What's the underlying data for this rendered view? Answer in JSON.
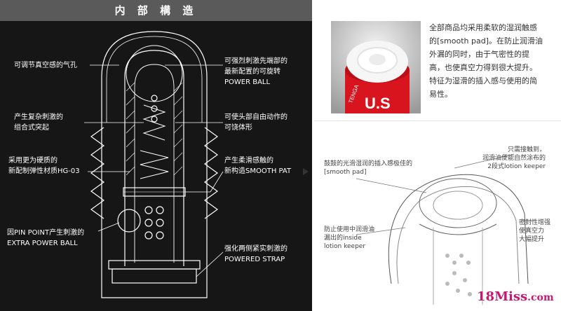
{
  "left": {
    "title": "内 部 構 造",
    "labels": {
      "air_hole": [
        "可调节真空感的气孔"
      ],
      "power_ball": [
        "可强烈刺激先端部的",
        "最新配置的可旋转",
        "POWER BALL"
      ],
      "bumps": [
        "产生复杂刺激的",
        "组合式突起"
      ],
      "head_free": [
        "可使头部自由动作的",
        "可饶体形"
      ],
      "elastic": [
        "采用更为硬质的",
        "新配制弹性材质HG-03"
      ],
      "smooth_pat": [
        "产生柔滑感触的",
        "新构造SMOOTH PAT"
      ],
      "extra_ball": [
        "因PIN POINT产生刺激的",
        "EXTRA POWER BALL"
      ],
      "strap": [
        "强化两侧紧实刺激的",
        "POWERED STRAP"
      ]
    }
  },
  "right": {
    "desc": [
      "全部商品均采用柔软的湿润触感",
      "的[smooth pad]。在防止润滑油",
      "外漏的同时，由于气密性的提",
      "高，也使真空力得到很大提升。",
      "特征为湿滑的插入感与使用的简",
      "易性。"
    ],
    "photo_text": "U.S",
    "photo_subtext": "TENGA",
    "labels": {
      "drum": [
        "鼓鼓的光滑湿润的插入感极佳的",
        "[smooth pad]"
      ],
      "one_touch": [
        "只需接触到，",
        "润滑油便能自然涂布的",
        "2段式lotion keeper"
      ],
      "prevent_leak": [
        "防止使用中润滑油",
        "漏出的inside",
        "lotion keeper"
      ],
      "sealing": [
        "密封性增强",
        "使真空力",
        "大幅提升"
      ]
    }
  },
  "logo": {
    "num": "18",
    "word": "Miss",
    "domain": ".com"
  }
}
